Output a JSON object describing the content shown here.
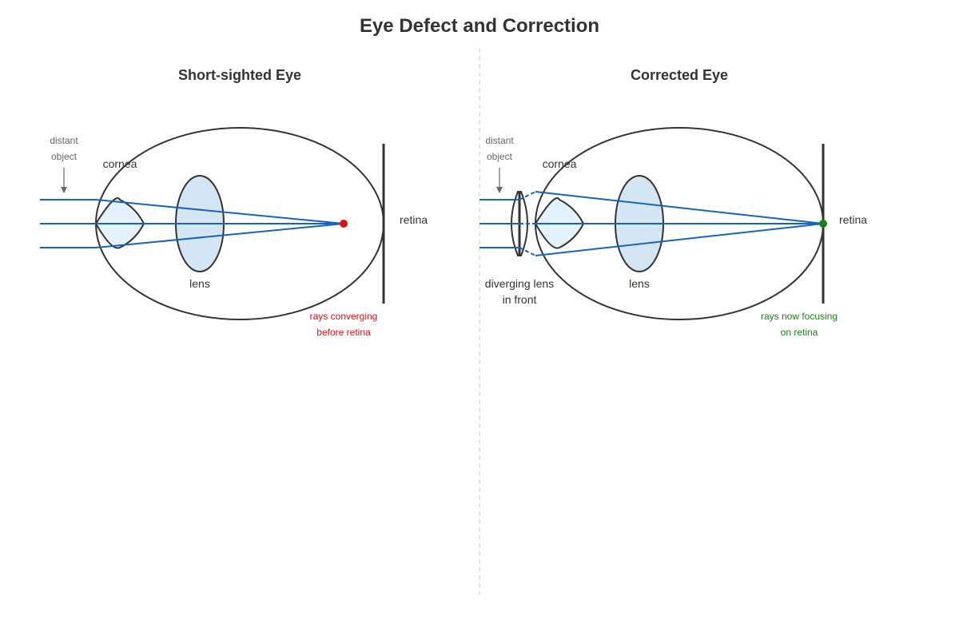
{
  "title": "Eye Defect and Correction",
  "colors": {
    "outline": "#333333",
    "ray": "#1565c0",
    "cornea_fill": "#e3f2fd",
    "lens_fill": "#d4e6f4",
    "divider": "#dddddd",
    "defect": "#e01010",
    "correct": "#1a7f1a",
    "muted": "#666666"
  },
  "left": {
    "heading": "Short-sighted Eye",
    "object_line1": "distant",
    "object_line2": "object",
    "cornea": "cornea",
    "lens": "lens",
    "retina": "retina",
    "note_line1": "rays converging",
    "note_line2": "before retina"
  },
  "right": {
    "heading": "Corrected Eye",
    "object_line1": "distant",
    "object_line2": "object",
    "cornea": "cornea",
    "lens": "lens",
    "retina": "retina",
    "diverging_line1": "diverging lens",
    "diverging_line2": "in front",
    "note_line1": "rays now focusing",
    "note_line2": "on retina"
  }
}
